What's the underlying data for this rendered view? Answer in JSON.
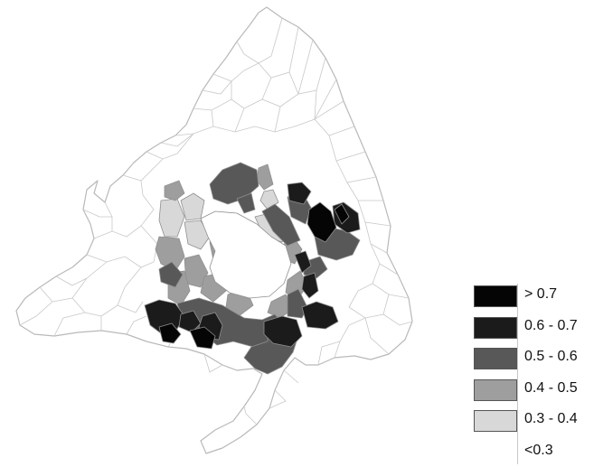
{
  "legend": {
    "items": [
      {
        "label": "> 0.7",
        "color": "#050505"
      },
      {
        "label": "0.6 - 0.7",
        "color": "#1b1b1b"
      },
      {
        "label": "0.5 - 0.6",
        "color": "#585858"
      },
      {
        "label": "0.4 - 0.5",
        "color": "#9e9e9e"
      },
      {
        "label": "0.3 - 0.4",
        "color": "#d8d8d8"
      },
      {
        "label": "<0.3",
        "color": "#ffffff"
      }
    ]
  },
  "colors": {
    "background": "#ffffff",
    "boundary": "#b9b9b9",
    "municipality_border": "#8f8f8f"
  }
}
